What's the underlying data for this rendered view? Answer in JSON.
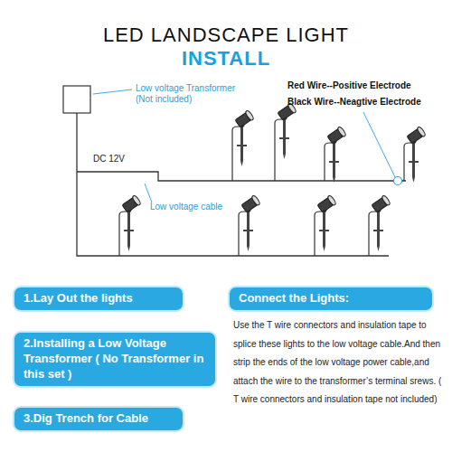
{
  "diagram": {
    "title": "LED LANDSCAPE LIGHT",
    "nodes": [
      {
        "text": [
          "1.Lay Out the lights"
        ]
      },
      {
        "text": [
          "2.Installing a Low Voltage Transformer ( No Transformer in this set )"
        ]
      },
      {
        "text": [
          "3.Dig Trench for Cable"
        ]
      },
      {
        "text": [
          "Connect the Lights:"
        ]
      }
    ],
    "labels": [
      "INSTALL",
      "Low voltage Transformer (Not included)",
      "Red Wire--Positive Electrode",
      "Black Wire--Neagtive Electrode",
      "DC 12V",
      "Low voltage cable",
      "Use the T wire connectors and insulation tape to splice these lights to the low voltage cable.And then strip the ends of the low voltage power cable,and attach the wire to the transformer’s terminal srews. ( T wire connectors and insulation tape not included)"
    ]
  }
}
